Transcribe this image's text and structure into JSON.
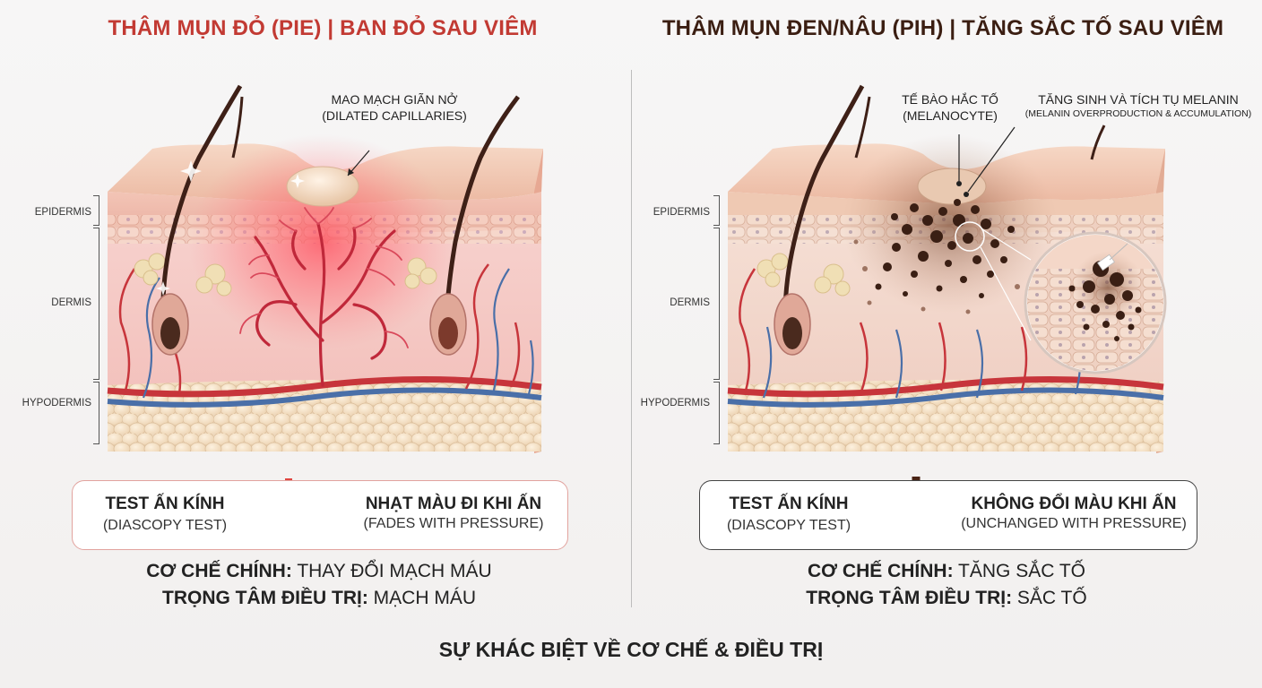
{
  "left_panel": {
    "title": "THÂM MỤN ĐỎ (PIE) | BAN ĐỎ SAU VIÊM",
    "annotation_line1": "MAO MẠCH GIÃN NỞ",
    "annotation_line2": "(DILATED CAPILLARIES)",
    "layers": {
      "epidermis": "EPIDERMIS",
      "dermis": "DERMIS",
      "hypodermis": "HYPODERMIS"
    },
    "test": {
      "title": "TEST ẤN KÍNH",
      "subtitle": "(DIASCOPY TEST)",
      "result": "NHẠT MÀU ĐI KHI ẤN",
      "result_sub": "(FADES WITH PRESSURE)"
    },
    "mechanism_label": "CƠ CHẾ CHÍNH:",
    "mechanism_value": "THAY ĐỔI MẠCH MÁU",
    "focus_label": "TRỌNG TÂM ĐIỀU TRỊ:",
    "focus_value": "MẠCH MÁU",
    "colors": {
      "accent": "#c23a33"
    }
  },
  "right_panel": {
    "title": "THÂM MỤN ĐEN/NÂU (PIH) | TĂNG SẮC TỐ SAU VIÊM",
    "annotation1_line1": "TẾ BÀO HẮC TỐ",
    "annotation1_line2": "(MELANOCYTE)",
    "annotation2_line1": "TĂNG SINH VÀ TÍCH TỤ MELANIN",
    "annotation2_line2": "(MELANIN OVERPRODUCTION & ACCUMULATION)",
    "layers": {
      "epidermis": "EPIDERMIS",
      "dermis": "DERMIS",
      "hypodermis": "HYPODERMIS"
    },
    "test": {
      "title": "TEST ẤN KÍNH",
      "subtitle": "(DIASCOPY TEST)",
      "result": "KHÔNG ĐỔI MÀU KHI ẤN",
      "result_sub": "(UNCHANGED WITH PRESSURE)"
    },
    "mechanism_label": "CƠ CHẾ CHÍNH:",
    "mechanism_value": "TĂNG SẮC TỐ",
    "focus_label": "TRỌNG TÂM ĐIỀU TRỊ:",
    "focus_value": "SẮC TỐ",
    "colors": {
      "accent": "#3b1e12"
    }
  },
  "footer": "SỰ KHÁC BIỆT VỀ CƠ CHẾ & ĐIỀU TRỊ"
}
